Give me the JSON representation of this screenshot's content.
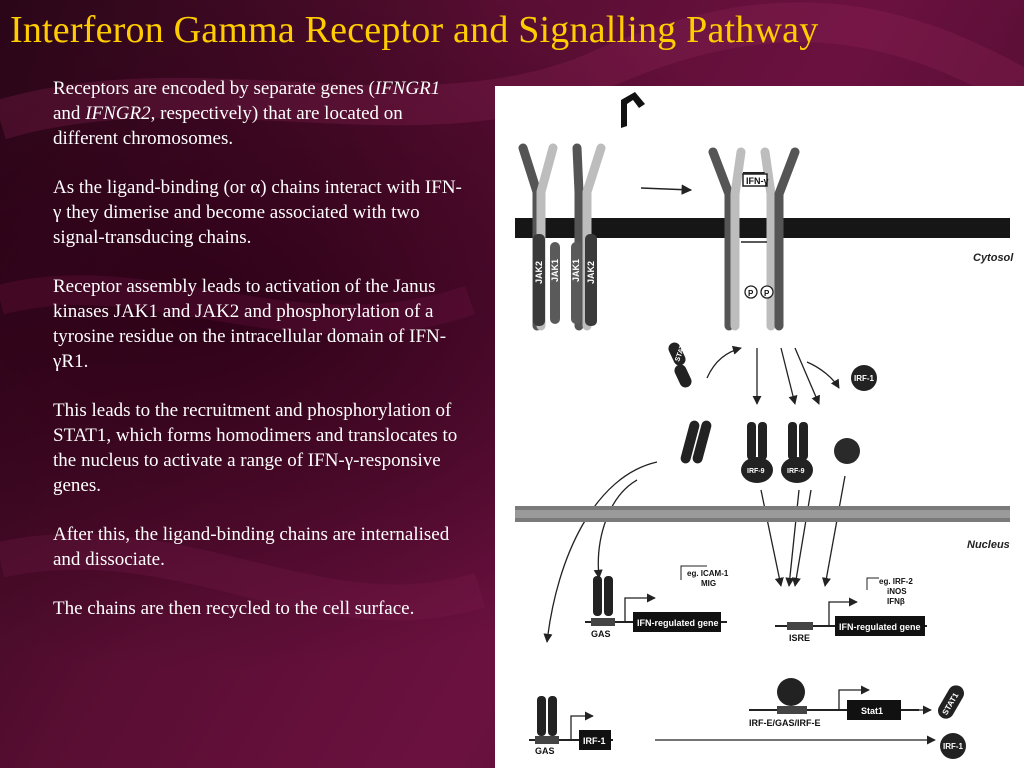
{
  "slide": {
    "title": "Interferon Gamma Receptor and Signalling Pathway",
    "paragraphs": [
      {
        "p1": " Receptors are encoded by separate genes (",
        "gene1": "IFNGR1",
        "mid": " and ",
        "gene2": "IFNGR2",
        "p2": ", respectively) that are located on different chromosomes."
      },
      {
        "text": " As the ligand-binding (or α) chains interact with IFN-γ they dimerise and become associated with two signal-transducing chains."
      },
      {
        "text": " Receptor assembly leads to activation of the Janus kinases JAK1 and JAK2 and phosphorylation of a tyrosine residue on the intracellular domain of IFN-γR1."
      },
      {
        "text": " This leads to the recruitment and phosphorylation of STAT1, which forms homodimers and translocates to the nucleus to activate a range of IFN-γ-responsive genes."
      },
      {
        "text": "After this, the ligand-binding chains are internalised and dissociate."
      },
      {
        "text": " The chains are then recycled to the cell surface."
      }
    ]
  },
  "diagram": {
    "ligand": "IFN-γ",
    "cytosol": "Cytosol",
    "nucleus": "Nucleus",
    "jak": [
      "JAK2",
      "JAK1",
      "JAK1",
      "JAK2"
    ],
    "phospho": "P",
    "stat1": "STAT1",
    "irf1": "IRF-1",
    "irf9": "IRF-9",
    "gas": "GAS",
    "isre": "ISRE",
    "irf_e": "IRF-E/GAS/IRF-E",
    "gene_box": "IFN-regulated gene",
    "examples_gas": [
      "eg.  ICAM-1",
      "MIG"
    ],
    "examples_isre": [
      "eg. IRF-2",
      "iNOS",
      "IFNβ"
    ],
    "stat1_gene": "Stat1",
    "irf1_gene": "IRF-1",
    "stat1_out": "STAT1",
    "irf1_out": "IRF-1",
    "colors": {
      "background": "#4a0a2a",
      "title": "#ffcc00",
      "text": "#ffffff"
    }
  }
}
